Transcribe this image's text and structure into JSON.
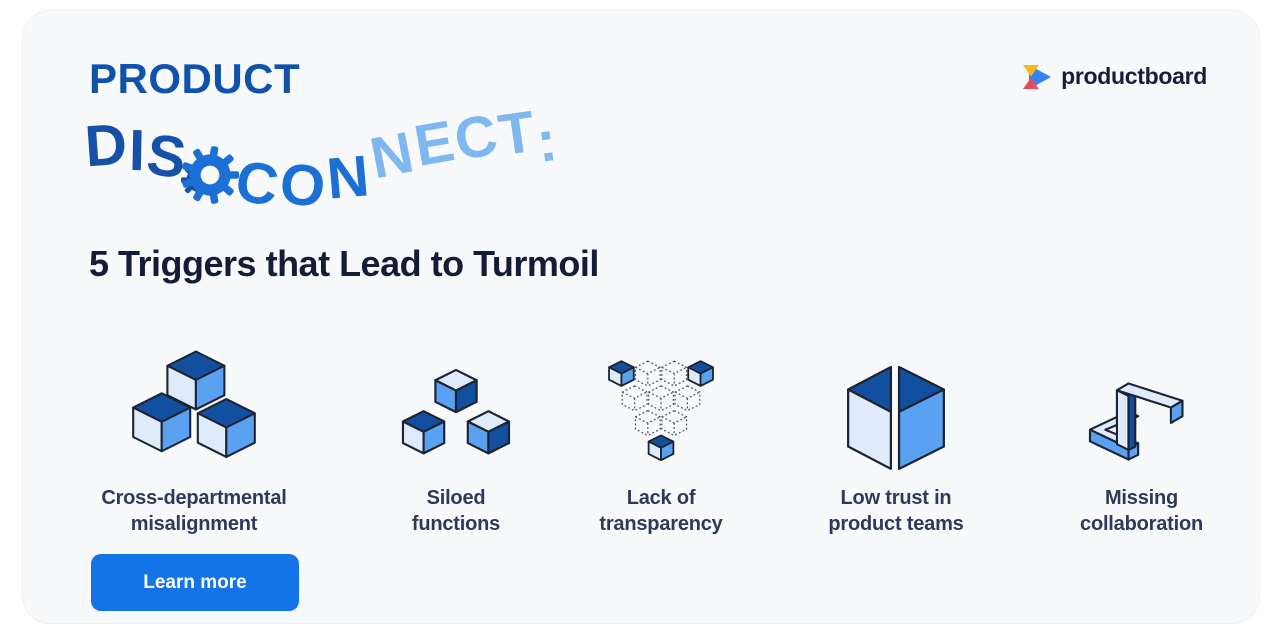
{
  "brand": {
    "wordmark": "productboard"
  },
  "header": {
    "title_line1": "PRODUCT",
    "title_line2_letters": [
      {
        "ch": "D",
        "role": "dark"
      },
      {
        "ch": "I",
        "role": "dark"
      },
      {
        "ch": "S",
        "role": "dark"
      },
      {
        "ch": "gear",
        "role": "gear"
      },
      {
        "ch": "C",
        "role": "mid"
      },
      {
        "ch": "O",
        "role": "mid"
      },
      {
        "ch": "N",
        "role": "mid"
      },
      {
        "ch": "N",
        "role": "light"
      },
      {
        "ch": "E",
        "role": "light"
      },
      {
        "ch": "C",
        "role": "light"
      },
      {
        "ch": "T",
        "role": "light"
      },
      {
        "ch": ":",
        "role": "light"
      }
    ],
    "subtitle": "5 Triggers that Lead to Turmoil"
  },
  "triggers": [
    {
      "icon": "interlocked-cubes-icon",
      "lines": [
        "Cross-departmental",
        "misalignment"
      ]
    },
    {
      "icon": "separated-cubes-icon",
      "lines": [
        "Siloed",
        "functions"
      ]
    },
    {
      "icon": "dotted-cube-triangle-icon",
      "lines": [
        "Lack of",
        "transparency"
      ]
    },
    {
      "icon": "split-cube-icon",
      "lines": [
        "Low trust in",
        "product teams"
      ]
    },
    {
      "icon": "impossible-shape-icon",
      "lines": [
        "Missing",
        "collaboration"
      ]
    }
  ],
  "cta": {
    "label": "Learn more"
  },
  "colors": {
    "title_dark": "#1550a9",
    "title_mid": "#1c6fd4",
    "title_light": "#7fb7f0",
    "product_word": "#0e52ac",
    "subtitle": "#141c38",
    "label": "#2e3a59",
    "button_bg": "#1573e8",
    "button_text": "#ffffff",
    "cube_light": "#dfebfa",
    "cube_mid": "#5aa2f1",
    "cube_dark": "#12509f",
    "logo_yellow": "#f8b819",
    "logo_blue": "#3085f2",
    "logo_red": "#e84a5f",
    "logo_text": "#191d3a",
    "card_bg": "#f8f9fa"
  }
}
